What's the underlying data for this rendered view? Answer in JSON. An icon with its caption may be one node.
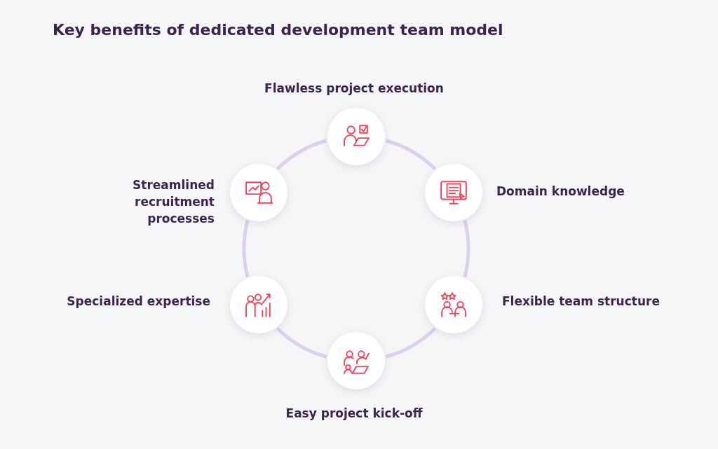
{
  "diagram": {
    "title": "Key benefits of dedicated development team model",
    "nodes": [
      {
        "text": [],
        "shape": "circle",
        "beside": [
          "Flawless project execution"
        ]
      },
      {
        "text": [],
        "shape": "circle",
        "beside": [
          "Streamlined recruitment processes"
        ]
      },
      {
        "text": [],
        "shape": "circle",
        "beside": [
          "Domain knowledge"
        ]
      },
      {
        "text": [],
        "shape": "circle",
        "beside": [
          "Specialized expertise"
        ]
      },
      {
        "text": [],
        "shape": "circle",
        "beside": [
          "Flexible team structure"
        ]
      },
      {
        "text": [],
        "shape": "circle",
        "beside": [
          "Easy project kick-off"
        ]
      }
    ],
    "edges": [
      {
        "from": 0,
        "to": 2,
        "arrow": "none"
      },
      {
        "from": 2,
        "to": 4,
        "arrow": "none"
      },
      {
        "from": 4,
        "to": 5,
        "arrow": "none"
      },
      {
        "from": 5,
        "to": 3,
        "arrow": "none"
      },
      {
        "from": 3,
        "to": 1,
        "arrow": "none"
      },
      {
        "from": 1,
        "to": 0,
        "arrow": "none"
      }
    ]
  }
}
